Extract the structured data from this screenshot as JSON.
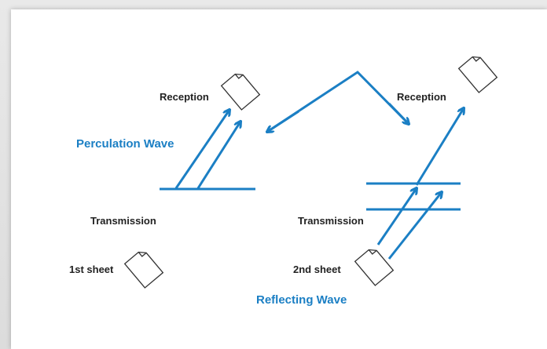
{
  "colors": {
    "accent": "#1b7fc4",
    "text": "#222222",
    "background": "#ffffff"
  },
  "labels": {
    "reception_left": "Reception",
    "reception_right": "Reception",
    "perculation_wave": "Perculation Wave",
    "transmission_left": "Transmission",
    "transmission_right": "Transmission",
    "sheet1": "1st sheet",
    "sheet2": "2nd sheet",
    "reflecting_wave": "Reflecting Wave"
  },
  "icons": [
    "document-icon"
  ]
}
